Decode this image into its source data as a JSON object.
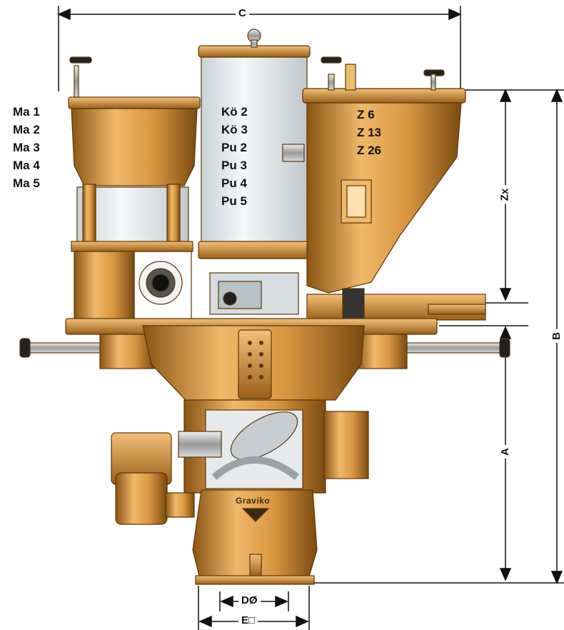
{
  "colors": {
    "brass": "#c8872a",
    "brass_light": "#f0b86a",
    "brass_dark": "#8a5512",
    "glass": "#e6ecef",
    "line": "#111111"
  },
  "left_hopper_labels": [
    "Ma 1",
    "Ma 2",
    "Ma 3",
    "Ma 4",
    "Ma 5"
  ],
  "center_cylinder_labels": [
    "Kö 2",
    "Kö 3",
    "Pu 2",
    "Pu 3",
    "Pu 4",
    "Pu 5"
  ],
  "right_hopper_labels": [
    "Z 6",
    "Z 13",
    "Z 26"
  ],
  "dimensions": {
    "C": "C",
    "B": "B",
    "Zx": "Zx",
    "A": "A",
    "D": "DØ",
    "E": "E□"
  },
  "brand_logo": "Graviko"
}
